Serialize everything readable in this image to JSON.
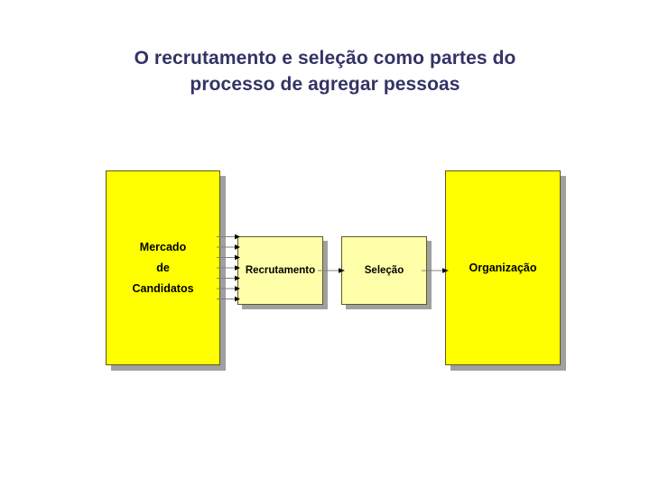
{
  "slide": {
    "background_color": "#ffffff",
    "title": {
      "color": "#333366",
      "line1": "O recrutamento e seleção como partes do",
      "line2": "processo de agregar pessoas",
      "full": "O recrutamento e seleção como partes do processo de agregar pessoas"
    }
  },
  "diagram": {
    "type": "flow-diagram",
    "colors": {
      "big_box_fill": "#ffff00",
      "small_box_fill": "#ffffaa",
      "box_border": "#5b5b1e",
      "box_shadow": "#a0a0a0",
      "arrow_line": "#808080",
      "arrow_head": "#000000",
      "box_text": "#000000"
    },
    "nodes": [
      {
        "id": "mercado",
        "label_lines": [
          "Mercado",
          "de",
          "Candidatos"
        ],
        "label": "Mercado de Candidatos",
        "style": "big"
      },
      {
        "id": "recrutamento",
        "label_lines": [
          "Recrutamento"
        ],
        "label": "Recrutamento",
        "style": "small"
      },
      {
        "id": "selecao",
        "label_lines": [
          "Seleção"
        ],
        "label": "Seleção",
        "style": "small"
      },
      {
        "id": "organizacao",
        "label_lines": [
          "Organização"
        ],
        "label": "Organização",
        "style": "big"
      }
    ],
    "connectors": [
      {
        "from": "mercado",
        "to": "recrutamento",
        "count": 7,
        "kind": "fan-arrows"
      },
      {
        "from": "recrutamento",
        "to": "selecao",
        "count": 1,
        "kind": "arrow"
      },
      {
        "from": "selecao",
        "to": "organizacao",
        "count": 1,
        "kind": "arrow"
      }
    ]
  }
}
